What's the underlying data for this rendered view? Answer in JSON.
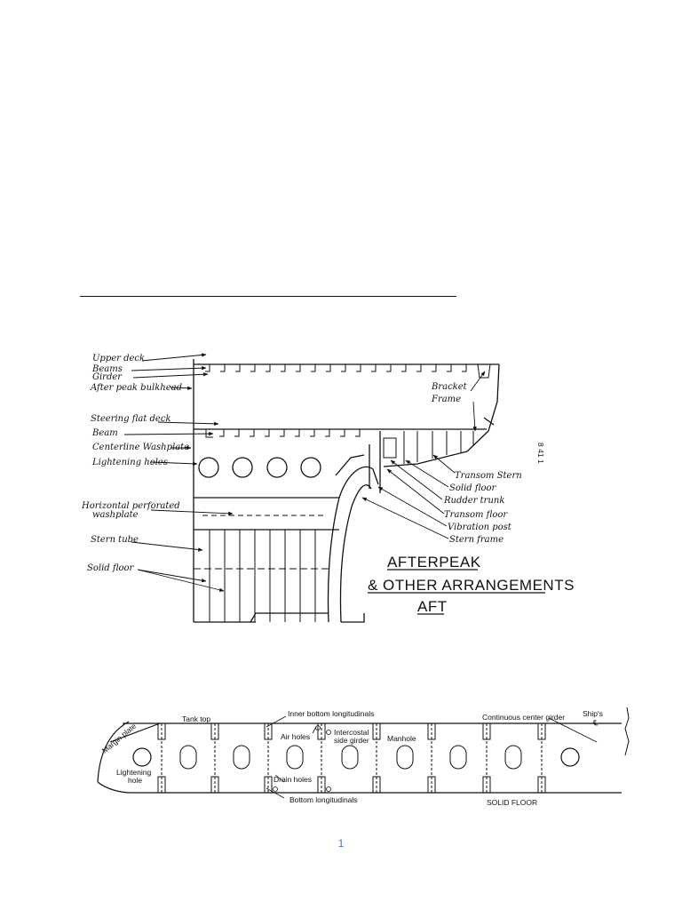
{
  "afterpeak": {
    "labels": {
      "upper_deck": "Upper deck",
      "beams": "Beams",
      "girder": "Girder",
      "afterpeak_bulkhead": "After peak bulkhead",
      "steering_flat_deck": "Steering flat deck",
      "beam": "Beam",
      "centerline_washplate": "Centerline Washplate",
      "lightening_holes": "Lightening holes",
      "horizontal_washplate_1": "Horizontal perforated",
      "horizontal_washplate_2": "washplate",
      "stern_tube": "Stern tube",
      "solid_floor_left": "Solid floor",
      "bracket": "Bracket",
      "frame": "Frame",
      "transom_stern": "Transom Stern",
      "solid_floor_right": "Solid floor",
      "rudder_trunk": "Rudder trunk",
      "transom_floor": "Transom floor",
      "vibration_post": "Vibration post",
      "stern_frame": "Stern frame",
      "margin_mark": "8 41 1"
    },
    "title_lines": [
      "AFTERPEAK",
      "& OTHER ARRANGEMENTS",
      "AFT"
    ]
  },
  "solid_floor_diagram": {
    "labels": {
      "tank_top": "Tank top",
      "inner_bottom_longitudinals": "Inner bottom longitudinals",
      "continuous_center_girder": "Continuous center girder",
      "ships_cl": "Ship's",
      "cl_mark": "℄",
      "margin_plate": "Margin plate",
      "air_holes": "Air holes",
      "intercostal_1": "Intercostal",
      "intercostal_2": "side girder",
      "manhole": "Manhole",
      "lightening_1": "Lightening",
      "lightening_2": "hole",
      "drain_holes": "Drain holes",
      "bottom_longitudinals": "Bottom longitudinals",
      "solid_floor": "SOLID FLOOR"
    }
  },
  "page_number": "1"
}
